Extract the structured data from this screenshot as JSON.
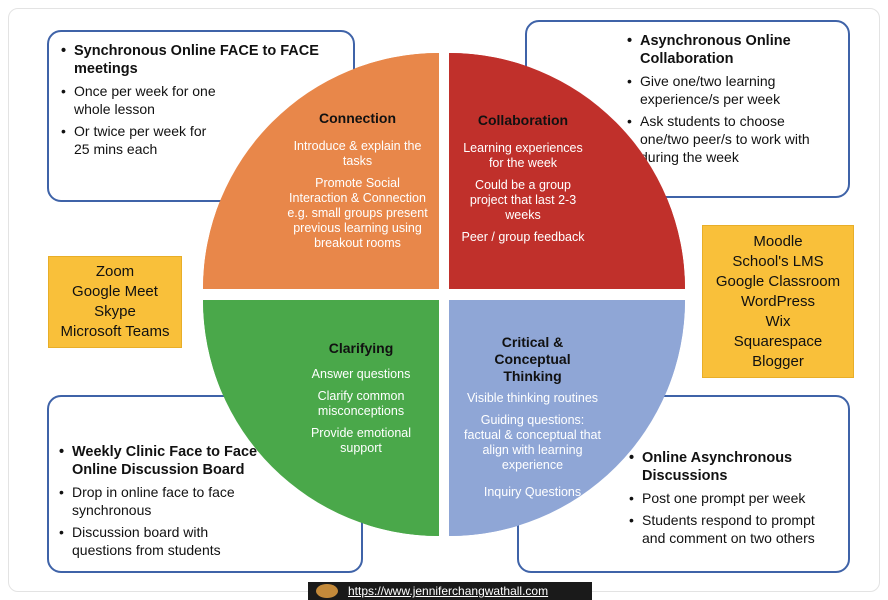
{
  "top_left": {
    "heading": "Synchronous Online FACE to FACE meetings",
    "items": [
      "Once per week for one whole lesson",
      "Or twice per week for 25 mins each"
    ]
  },
  "top_right": {
    "heading": "Asynchronous Online Collaboration",
    "items": [
      "Give one/two learning experience/s per week",
      "Ask students to choose one/two peer/s to work with during the week"
    ]
  },
  "bottom_left": {
    "heading": "Weekly Clinic Face to Face or Online Discussion Board",
    "items": [
      "Drop in online face to face synchronous",
      "Discussion board with questions from students"
    ]
  },
  "bottom_right": {
    "heading": "Online Asynchronous Discussions",
    "items": [
      "Post one prompt per week",
      "Students respond to prompt and comment on two others"
    ]
  },
  "tools_left": [
    "Zoom",
    "Google Meet",
    "Skype",
    "Microsoft Teams"
  ],
  "tools_right": [
    "Moodle",
    "School's LMS",
    "Google Classroom",
    "WordPress",
    "Wix",
    "Squarespace",
    "Blogger"
  ],
  "quadrants": {
    "connection": {
      "title": "Connection",
      "color": "#e8874a",
      "points": [
        "Introduce & explain the tasks",
        "Promote Social Interaction & Connection e.g. small groups present previous learning using breakout rooms"
      ]
    },
    "collaboration": {
      "title": "Collaboration",
      "color": "#c0302b",
      "points": [
        "Learning experiences for the week",
        "Could be a group project that last 2-3 weeks",
        "Peer / group feedback"
      ]
    },
    "clarifying": {
      "title": "Clarifying",
      "color": "#4aa84a",
      "points": [
        "Answer questions",
        "Clarify common misconceptions",
        "Provide emotional support"
      ]
    },
    "critical": {
      "title": "Critical & Conceptual Thinking",
      "color": "#8fa6d6",
      "points": [
        "Visible thinking routines",
        "Guiding questions: factual & conceptual that align with learning experience",
        "Inquiry Questions"
      ]
    }
  },
  "footer": {
    "url": "https://www.jenniferchangwathall.com"
  },
  "colors": {
    "box_border": "#3f63a8",
    "tool_bg": "#f9c03a"
  }
}
